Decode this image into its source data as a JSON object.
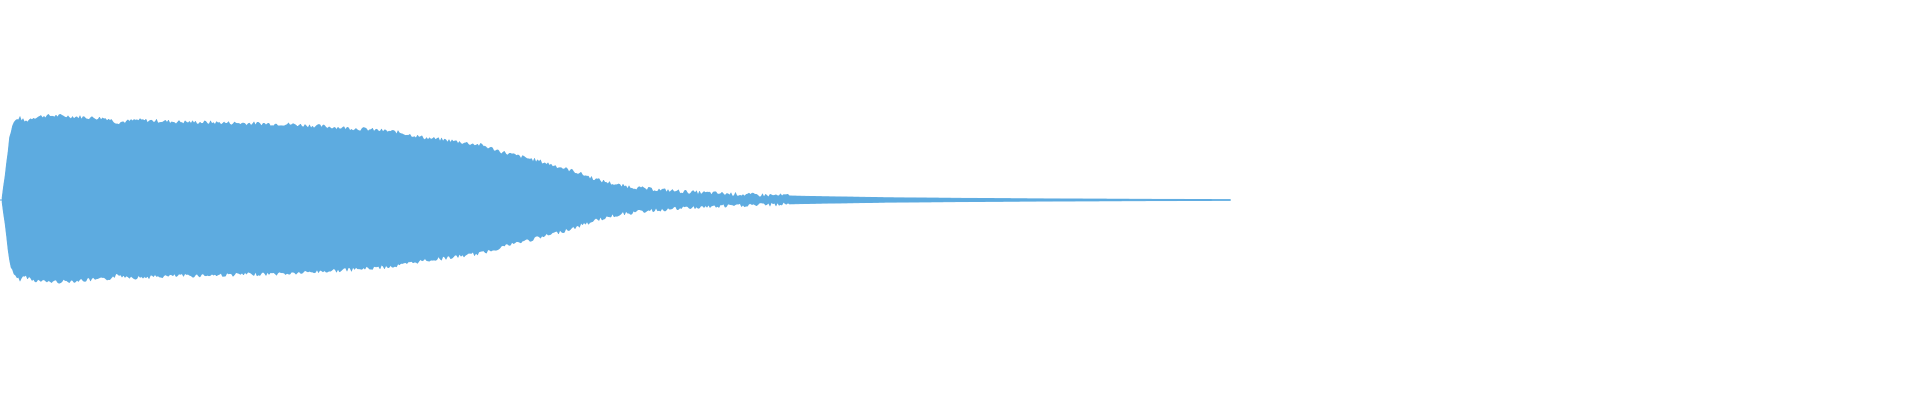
{
  "waveform": {
    "color": "#5dabe0",
    "background": "#ffffff",
    "envelope": [
      [
        0,
        0.03
      ],
      [
        0.002,
        0.38
      ],
      [
        0.004,
        0.76
      ],
      [
        0.006,
        0.92
      ],
      [
        0.009,
        0.98
      ],
      [
        0.012,
        0.93
      ],
      [
        0.016,
        0.98
      ],
      [
        0.022,
        1.0
      ],
      [
        0.03,
        1.0
      ],
      [
        0.045,
        0.98
      ],
      [
        0.055,
        0.97
      ],
      [
        0.06,
        0.92
      ],
      [
        0.07,
        0.95
      ],
      [
        0.09,
        0.93
      ],
      [
        0.11,
        0.92
      ],
      [
        0.13,
        0.91
      ],
      [
        0.15,
        0.9
      ],
      [
        0.17,
        0.87
      ],
      [
        0.19,
        0.84
      ],
      [
        0.205,
        0.81
      ],
      [
        0.22,
        0.74
      ],
      [
        0.235,
        0.7
      ],
      [
        0.25,
        0.65
      ],
      [
        0.262,
        0.56
      ],
      [
        0.28,
        0.46
      ],
      [
        0.298,
        0.34
      ],
      [
        0.31,
        0.24
      ],
      [
        0.322,
        0.17
      ],
      [
        0.336,
        0.13
      ],
      [
        0.36,
        0.09
      ],
      [
        0.39,
        0.06
      ],
      [
        0.42,
        0.045
      ],
      [
        0.46,
        0.03
      ],
      [
        0.5,
        0.022
      ],
      [
        0.55,
        0.015
      ],
      [
        0.6,
        0.01
      ],
      [
        0.63,
        0.008
      ],
      [
        0.633,
        0.0
      ],
      [
        1.0,
        0.0
      ]
    ]
  }
}
